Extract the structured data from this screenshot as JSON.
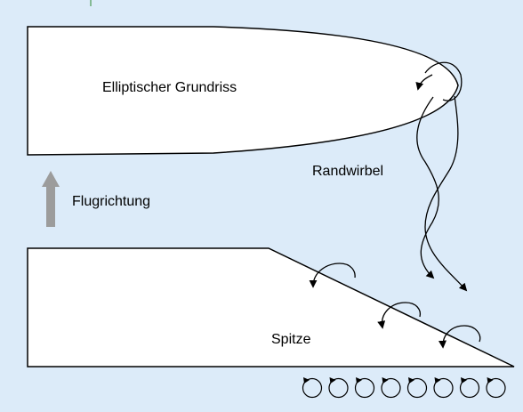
{
  "labels": {
    "wing_elliptic": "Elliptischer Grundriss",
    "flight_direction": "Flugrichtung",
    "tip_vortex": "Randwirbel",
    "tip": "Spitze"
  },
  "colors": {
    "background": "#dcebf9",
    "wing_fill": "#ffffff",
    "outline": "#000000",
    "arrow_fill": "#9c9c9c",
    "left_tick": "#2e8a2e"
  },
  "icons": {
    "flight_arrow": "up-arrow-icon",
    "vortex_marker": "circular-arrow-icon"
  },
  "vortex_row_count": 8
}
